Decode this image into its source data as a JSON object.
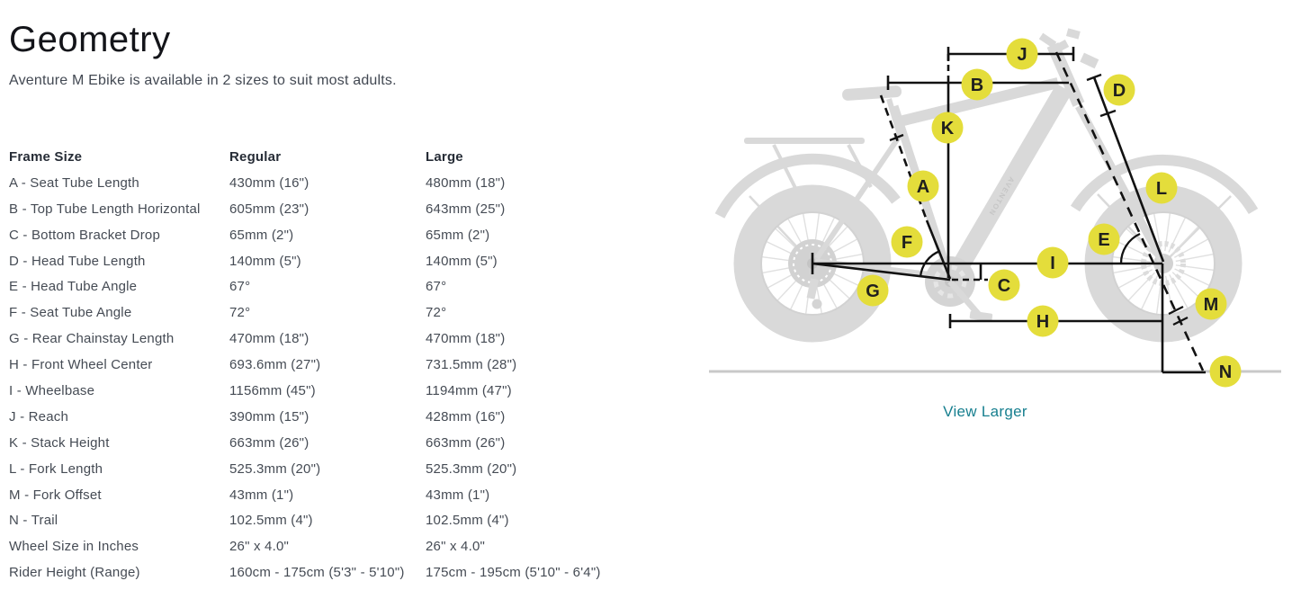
{
  "header": {
    "title": "Geometry",
    "subtitle": "Aventure M Ebike is available in 2 sizes to suit most adults."
  },
  "table": {
    "columns": [
      "Frame Size",
      "Regular",
      "Large"
    ],
    "rows": [
      {
        "label": "A - Seat Tube Length",
        "regular": "430mm (16\")",
        "large": "480mm (18\")"
      },
      {
        "label": "B - Top Tube Length Horizontal",
        "regular": "605mm (23\")",
        "large": "643mm (25\")"
      },
      {
        "label": "C - Bottom Bracket Drop",
        "regular": "65mm (2\")",
        "large": "65mm (2\")"
      },
      {
        "label": "D - Head Tube Length",
        "regular": "140mm (5\")",
        "large": "140mm (5\")"
      },
      {
        "label": "E - Head Tube Angle",
        "regular": "67°",
        "large": "67°"
      },
      {
        "label": "F - Seat Tube Angle",
        "regular": "72°",
        "large": "72°"
      },
      {
        "label": "G - Rear Chainstay Length",
        "regular": "470mm (18\")",
        "large": "470mm (18\")"
      },
      {
        "label": "H - Front Wheel Center",
        "regular": "693.6mm (27\")",
        "large": "731.5mm (28\")"
      },
      {
        "label": "I - Wheelbase",
        "regular": "1156mm (45\")",
        "large": "1194mm (47\")"
      },
      {
        "label": "J - Reach",
        "regular": "390mm (15\")",
        "large": "428mm (16\")"
      },
      {
        "label": "K - Stack Height",
        "regular": "663mm (26\")",
        "large": "663mm (26\")"
      },
      {
        "label": "L - Fork Length",
        "regular": "525.3mm (20\")",
        "large": "525.3mm (20\")"
      },
      {
        "label": "M - Fork Offset",
        "regular": "43mm (1\")",
        "large": "43mm (1\")"
      },
      {
        "label": "N - Trail",
        "regular": "102.5mm (4\")",
        "large": "102.5mm (4\")"
      },
      {
        "label": "Wheel Size in Inches",
        "regular": "26\" x 4.0\"",
        "large": "26\" x 4.0\""
      },
      {
        "label": "Rider Height (Range)",
        "regular": "160cm - 175cm (5'3\" - 5'10\")",
        "large": "175cm - 195cm (5'10\" - 6'4\")"
      }
    ]
  },
  "diagram": {
    "badges": [
      "A",
      "B",
      "C",
      "D",
      "E",
      "F",
      "G",
      "H",
      "I",
      "J",
      "K",
      "L",
      "M",
      "N"
    ],
    "brand_mark": "AVENTON",
    "view_larger_label": "View Larger"
  },
  "colors": {
    "badge_yellow": "#e4dd3b",
    "link_teal": "#177f8f",
    "line_black": "#121212",
    "silhouette_grey": "#d9d9d9"
  }
}
